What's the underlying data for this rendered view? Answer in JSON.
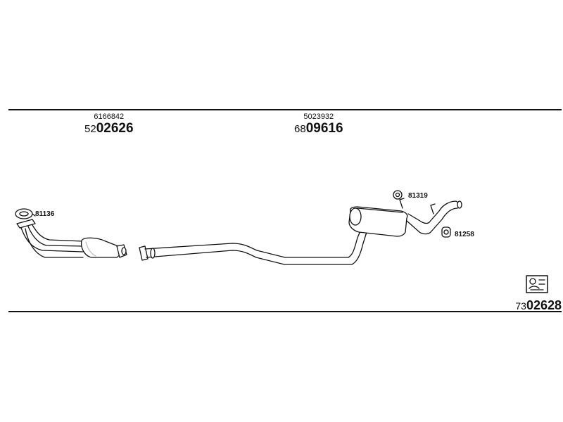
{
  "parts": [
    {
      "oe_number": "6166842",
      "code_prefix": "52",
      "code_main": "02626"
    },
    {
      "oe_number": "5023932",
      "code_prefix": "68",
      "code_main": "09616"
    }
  ],
  "fittings": {
    "gasket": "81136",
    "hanger_rubber": "81319",
    "clamp": "81258"
  },
  "kit": {
    "code_prefix": "73",
    "code_main": "02628",
    "icon": "fitting-kit-icon"
  },
  "colors": {
    "line": "#111111",
    "fill": "#ffffff",
    "shade": "#bdbdbd"
  }
}
